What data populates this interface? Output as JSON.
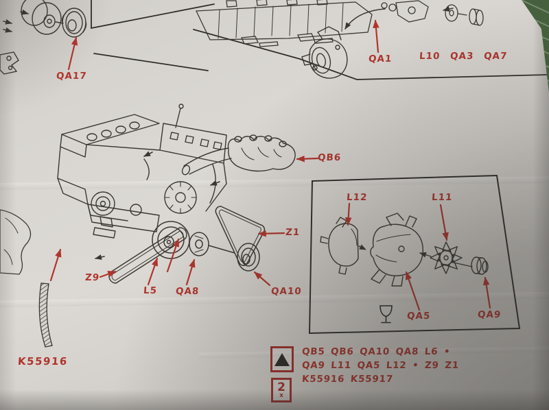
{
  "colors": {
    "label_red": "#b0352d",
    "symbol_box_red": "#9e2f2b",
    "ink": "#3a3731",
    "paper": "#d8d5d0",
    "mat_green": "#41583c"
  },
  "part_labels": {
    "qa17": "QA17",
    "qa1": "QA1",
    "l10_qa3_qa7": "L10 QA3 QA7",
    "qb6": "QB6",
    "z1": "Z1",
    "z9": "Z9",
    "l5": "L5",
    "qa8": "QA8",
    "qa10": "QA10",
    "l12": "L12",
    "l11": "L11",
    "qa5": "QA5",
    "qa9": "QA9",
    "k55916": "K55916"
  },
  "summary": {
    "line1": "QB5 QB6 QA10 QA8 L6 •",
    "line2": "QA9 L11 QA5 L12 • Z9 Z1",
    "line3": "K55916 K55917",
    "quantity": "2",
    "quantity_suffix": "x"
  },
  "icons": {
    "assembly_symbol": "black-triangle",
    "quantity_symbol": "2x",
    "glass_symbol": "wine-glass"
  }
}
